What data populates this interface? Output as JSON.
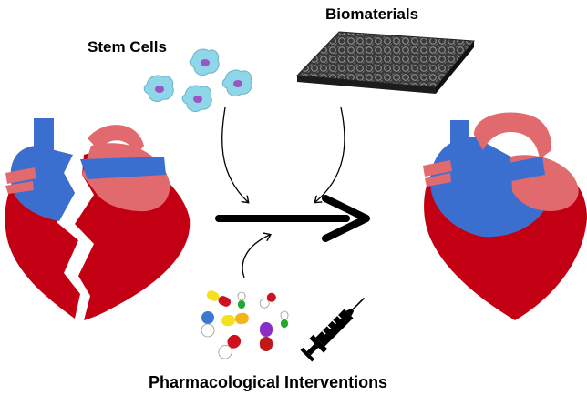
{
  "labels": {
    "stem_cells": "Stem Cells",
    "biomaterials": "Biomaterials",
    "pharmacological": "Pharmacological Interventions"
  },
  "colors": {
    "heart_red": "#c30013",
    "vessel_blue": "#3b6fcf",
    "atrium_pink": "#e06a6e",
    "cell_cyan": "#8ed6e8",
    "cell_nucleus": "#9d55c4",
    "arrow": "#000000"
  },
  "icons": {
    "damaged_heart": "broken-heart-icon",
    "healed_heart": "heart-icon",
    "stem_cells": "stem-cell-icon",
    "biomaterial": "scaffold-icon",
    "pills": "capsule-icon",
    "injection": "syringe-icon"
  }
}
